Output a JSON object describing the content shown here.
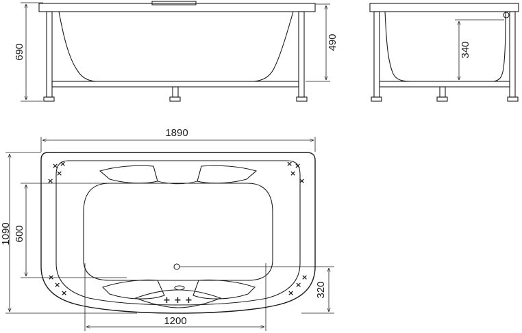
{
  "dimensions": {
    "side_height": "690",
    "side_tub_height": "490",
    "end_depth": "340",
    "length": "1890",
    "width": "1090",
    "inner_width": "600",
    "drain_offset": "320",
    "inner_length": "1200"
  },
  "jets": {
    "cross_glyph": "×",
    "jet_glyph": "+"
  }
}
